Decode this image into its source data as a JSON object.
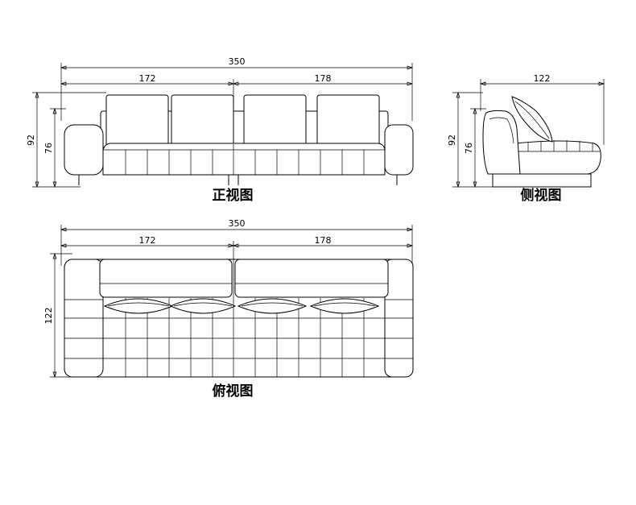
{
  "front_view": {
    "caption": "正视图",
    "dim_overall": "350",
    "dim_left": "172",
    "dim_right": "178",
    "dim_height_total": "92",
    "dim_height_seat": "76"
  },
  "side_view": {
    "caption": "侧视图",
    "dim_depth": "122",
    "dim_height_total": "92",
    "dim_height_seat": "76"
  },
  "top_view": {
    "caption": "俯视图",
    "dim_overall": "350",
    "dim_left": "172",
    "dim_right": "178",
    "dim_depth": "122"
  }
}
